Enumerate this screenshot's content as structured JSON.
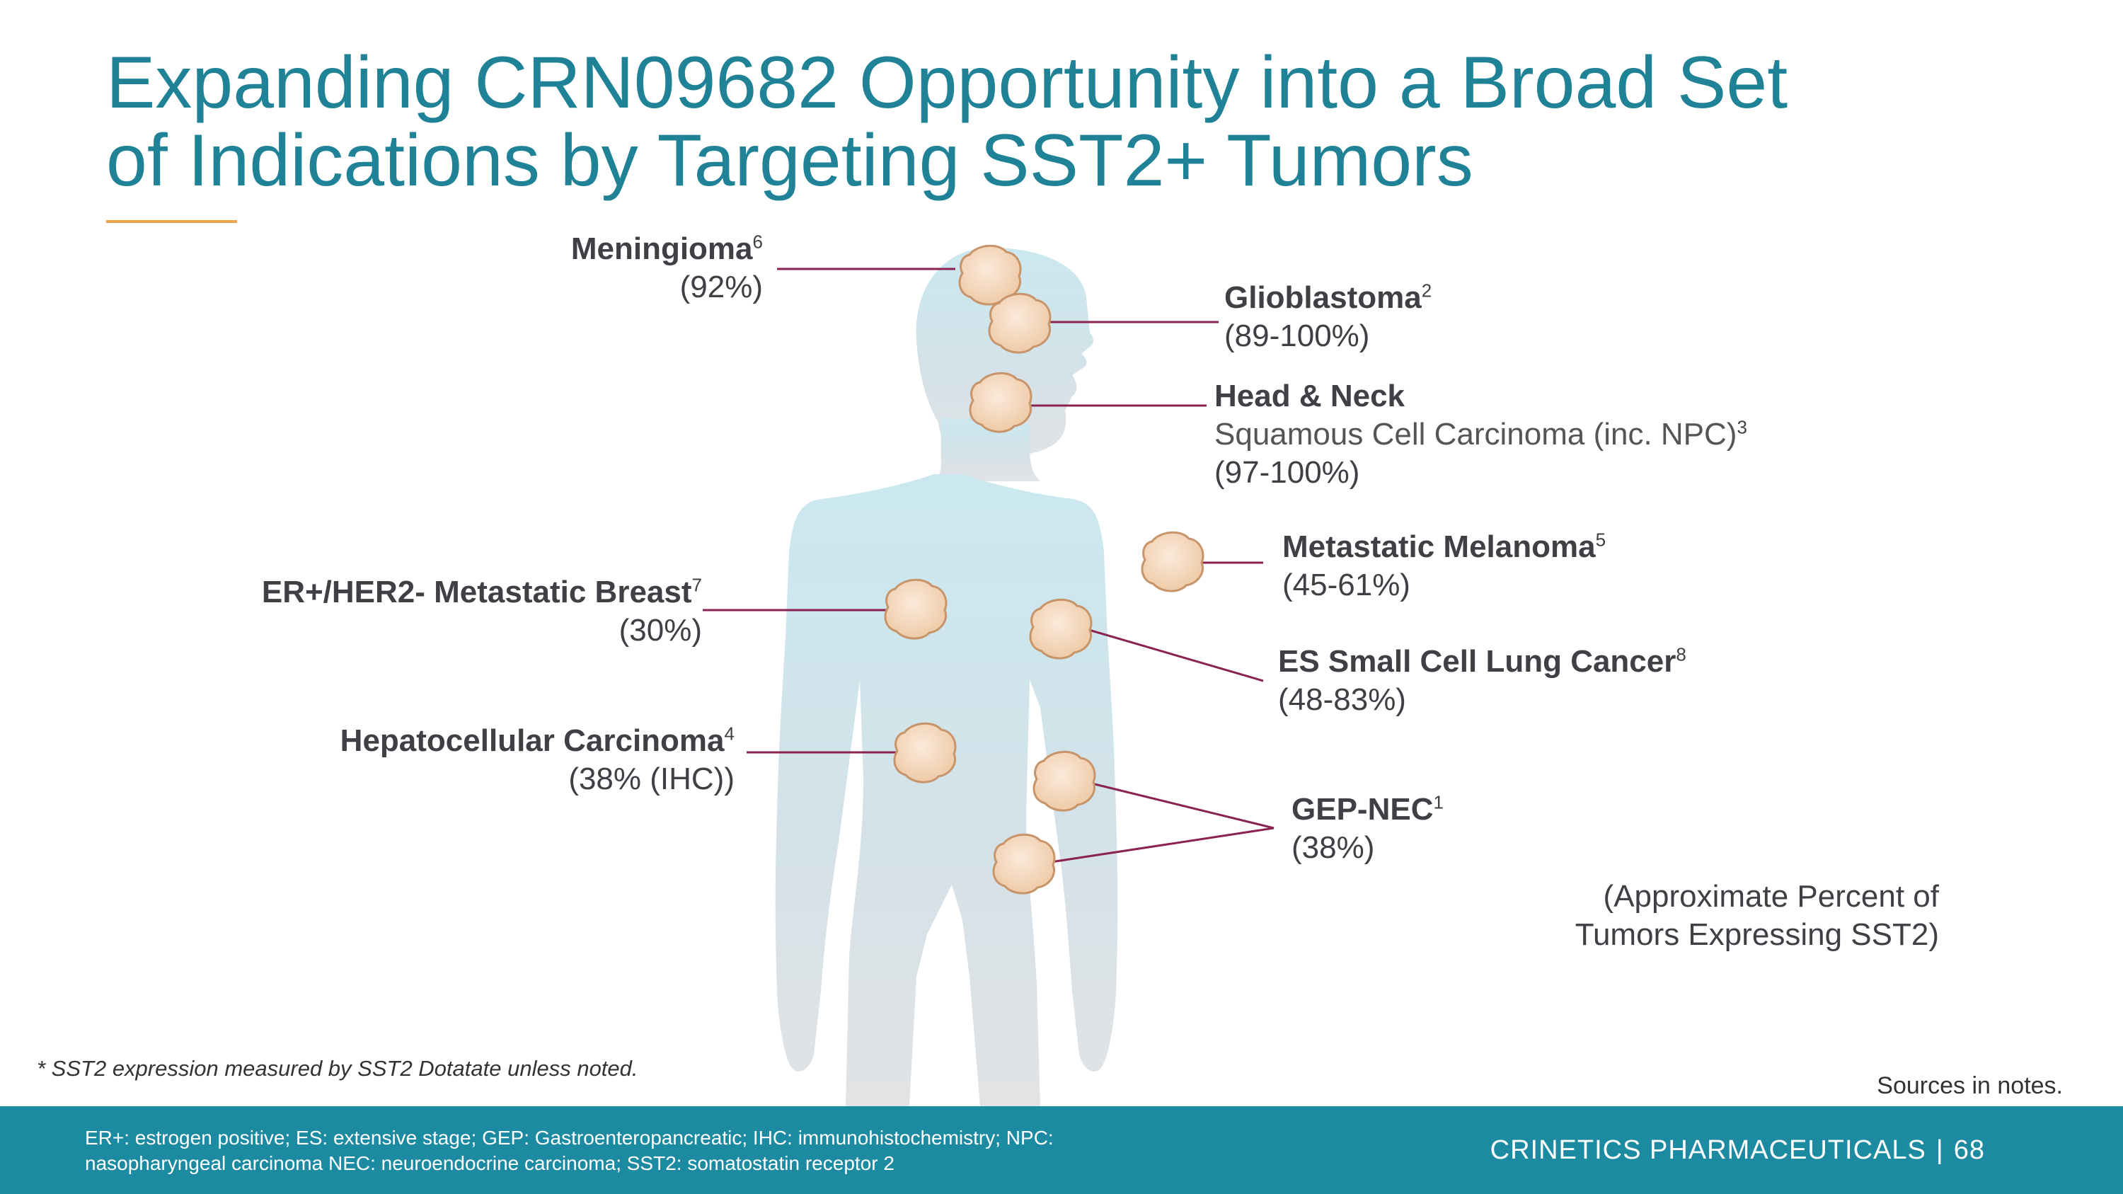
{
  "title": {
    "line1": "Expanding CRN09682 Opportunity into a Broad Set",
    "line2": "of Indications by Targeting SST2+ Tumors"
  },
  "labels": {
    "meningioma": {
      "name": "Meningioma",
      "sup": "6",
      "value": "(92%)"
    },
    "glioblastoma": {
      "name": "Glioblastoma",
      "sup": "2",
      "value": "(89-100%)"
    },
    "head_neck": {
      "name": "Head & Neck",
      "sub": "Squamous Cell Carcinoma (inc. NPC)",
      "sup": "3",
      "value": "(97-100%)"
    },
    "melanoma": {
      "name": "Metastatic Melanoma",
      "sup": "5",
      "value": "(45-61%)"
    },
    "breast": {
      "name": "ER+/HER2- Metastatic Breast",
      "sup": "7",
      "value": "(30%)"
    },
    "lung": {
      "name": "ES Small Cell Lung Cancer",
      "sup": "8",
      "value": "(48-83%)"
    },
    "hcc": {
      "name": "Hepatocellular Carcinoma",
      "sup": "4",
      "value": "(38% (IHC))"
    },
    "gep": {
      "name": "GEP-NEC",
      "sup": "1",
      "value": "(38%)"
    }
  },
  "legend_note": {
    "line1": "(Approximate Percent of",
    "line2": "Tumors Expressing SST2)"
  },
  "footnote": "* SST2 expression measured by SST2 Dotatate unless noted.",
  "sources": "Sources in notes.",
  "footer": {
    "abbr_line1": "ER+: estrogen positive; ES: extensive stage; GEP: Gastroenteropancreatic; IHC: immunohistochemistry; NPC:",
    "abbr_line2": "nasopharyngeal carcinoma NEC: neuroendocrine carcinoma; SST2: somatostatin receptor 2",
    "brand": "CRINETICS PHARMACEUTICALS",
    "separator": "|",
    "page_number": "68"
  },
  "colors": {
    "title": "#1f8297",
    "accent_rule": "#f0a44a",
    "footer": "#1c8aa0",
    "leader_line": "#8a2350",
    "tumor": "#f3d3b6"
  }
}
